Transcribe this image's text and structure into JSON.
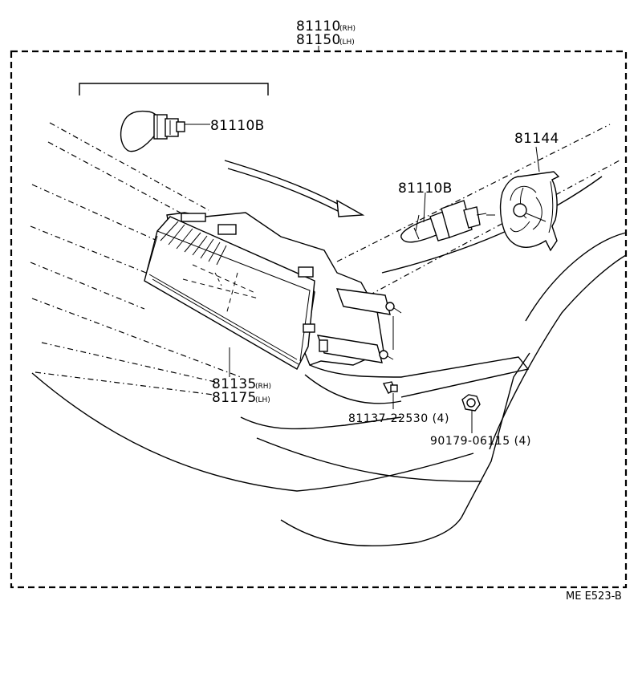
{
  "assembly": {
    "rh_number": "81110",
    "rh_suffix": "(RH)",
    "lh_number": "81150",
    "lh_suffix": "(LH)"
  },
  "parts": {
    "bulb_inset": "81110B",
    "bulb_main": "81110B",
    "cover": "81144",
    "unit_rh_number": "81135",
    "unit_rh_suffix": "(RH)",
    "unit_lh_number": "81175",
    "unit_lh_suffix": "(LH)",
    "clip": "81137-22530 (4)",
    "nut": "90179-06115 (4)"
  },
  "diagram_code": "ME E523-B"
}
